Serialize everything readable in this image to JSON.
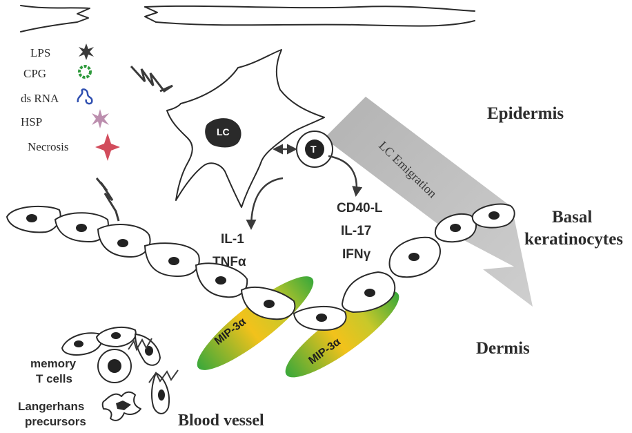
{
  "legend": {
    "items": [
      {
        "label": "LPS",
        "icon": "star-burst-icon",
        "color": "#3a3a3a"
      },
      {
        "label": "CPG",
        "icon": "green-ring-icon",
        "color": "#2e9a3c"
      },
      {
        "label": "ds RNA",
        "icon": "blue-coil-icon",
        "color": "#2f4fb0"
      },
      {
        "label": "HSP",
        "icon": "pink-star-icon",
        "color": "#b07aa0"
      },
      {
        "label": "Necrosis",
        "icon": "red-four-point-star-icon",
        "color": "#d24c5c"
      }
    ]
  },
  "regions": {
    "epidermis": "Epidermis",
    "basal_line1": "Basal",
    "basal_line2": "keratinocytes",
    "dermis": "Dermis",
    "blood_vessel": "Blood vessel"
  },
  "cells": {
    "lc": "LC",
    "t": "T"
  },
  "cytokines_left": [
    "IL-1",
    "TNFα"
  ],
  "cytokines_right": [
    "CD40-L",
    "IL-17",
    "IFNγ"
  ],
  "chemokine": "MIP-3α",
  "emigration": "LC Emigration",
  "vessel_labels": {
    "memory_line1": "memory",
    "memory_line2": "T cells",
    "langerhans_line1": "Langerhans",
    "langerhans_line2": "precursors"
  },
  "colors": {
    "mip_yellow": "#f2c21b",
    "mip_green": "#3aa83a",
    "emigration_gray": "#9a9a9a"
  }
}
